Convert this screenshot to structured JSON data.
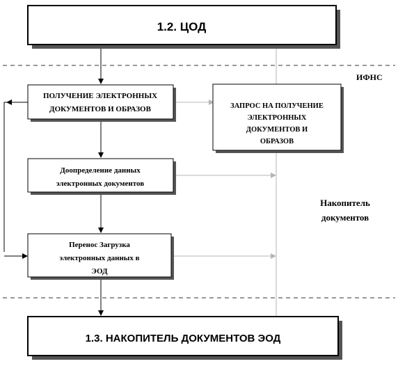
{
  "top_block": {
    "label": "1.2. ЦОД"
  },
  "bottom_block": {
    "label": "1.3. НАКОПИТЕЛЬ ДОКУМЕНТОВ ЭОД"
  },
  "zone_labels": {
    "ifns": "ИФНС",
    "storage_line1": "Накопитель",
    "storage_line2": "документов"
  },
  "process_steps": [
    {
      "line1": "ПОЛУЧЕНИЕ ЭЛЕКТРОННЫХ",
      "line2": "ДОКУМЕНТОВ И ОБРАЗОВ"
    },
    {
      "line1": "Доопределение данных",
      "line2": "электронных документов"
    },
    {
      "line1": "Перенос Загрузка",
      "line2": "электронных данных в",
      "line3": "ЭОД"
    }
  ],
  "request_block": {
    "line1": "ЗАПРОС НА ПОЛУЧЕНИЕ",
    "line2": "ЭЛЕКТРОННЫХ",
    "line3": "ДОКУМЕНТОВ И",
    "line4": "ОБРАЗОВ"
  },
  "colors": {
    "box_shadow": "#555555",
    "feed_line": "#b5b5b5",
    "flow_line": "#000000",
    "dashed_line": "#333333"
  }
}
